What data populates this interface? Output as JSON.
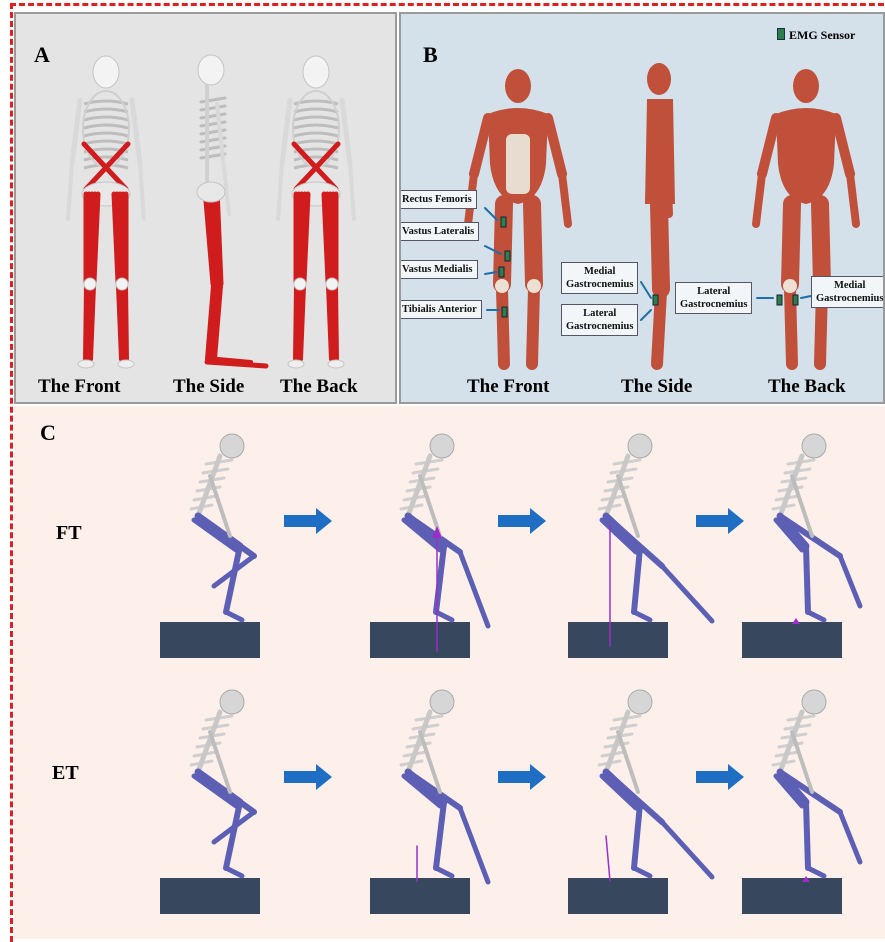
{
  "panel_a": {
    "label": "A",
    "captions": [
      "The Front",
      "The Side",
      "The Back"
    ]
  },
  "panel_b": {
    "label": "B",
    "legend": "EMG Sensor",
    "captions": [
      "The Front",
      "The Side",
      "The Back"
    ],
    "muscle_labels": {
      "rectus_femoris": "Rectus Femoris",
      "vastus_lateralis": "Vastus Lateralis",
      "vastus_medialis": "Vastus Medialis",
      "tibialis_anterior": "Tibialis Anterior",
      "side_medial": [
        "Medial",
        "Gastrocnemius"
      ],
      "side_lateral": [
        "Lateral",
        "Gastrocnemius"
      ],
      "back_lateral": [
        "Lateral",
        "Gastrocnemius"
      ],
      "back_medial": [
        "Medial",
        "Gastrocnemius"
      ]
    }
  },
  "panel_c": {
    "label": "C",
    "rows": [
      "FT",
      "ET"
    ]
  },
  "colors": {
    "muscle_red": "#d01c1c",
    "muscle_skin": "#c0503a",
    "model_blue": "#5d5fb5",
    "platform": "#36475e",
    "arrow": "#1e6fc4",
    "force_vector": "#9b2fc9",
    "border_dash": "#e02020",
    "sensor": "#2e7d4b"
  }
}
